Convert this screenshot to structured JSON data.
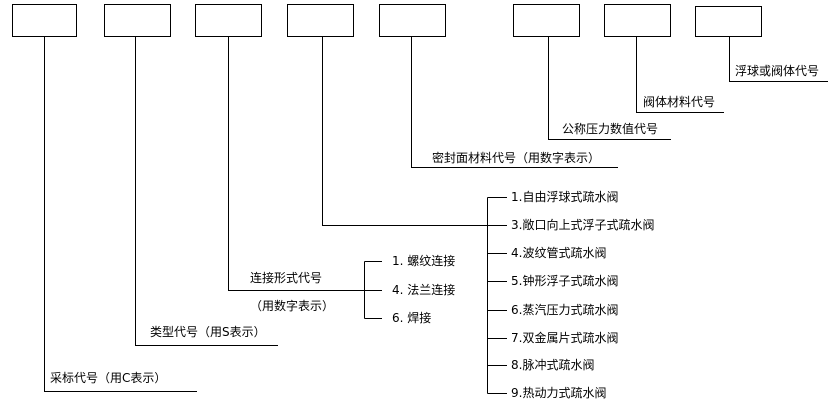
{
  "fields": [
    {
      "label": "采标代号（用C表示）"
    },
    {
      "label": "类型代号（用S表示）"
    },
    {
      "label": "连接形式代号",
      "note": "（用数字表示）"
    },
    {
      "label": "密封面材料代号（用数字表示）"
    },
    {
      "label": "公称压力数值代号"
    },
    {
      "label": "阀体材料代号"
    },
    {
      "label": "浮球或阀体代号"
    }
  ],
  "connection_options": [
    "1. 螺纹连接",
    "4. 法兰连接",
    "6. 焊接"
  ],
  "type_options": [
    "1.自由浮球式疏水阀",
    "3.敞口向上式浮子式疏水阀",
    "4.波纹管式疏水阀",
    "5.钟形浮子式疏水阀",
    "6.蒸汽压力式疏水阀",
    "7.双金属片式疏水阀",
    "8.脉冲式疏水阀",
    "9.热动力式疏水阀"
  ]
}
